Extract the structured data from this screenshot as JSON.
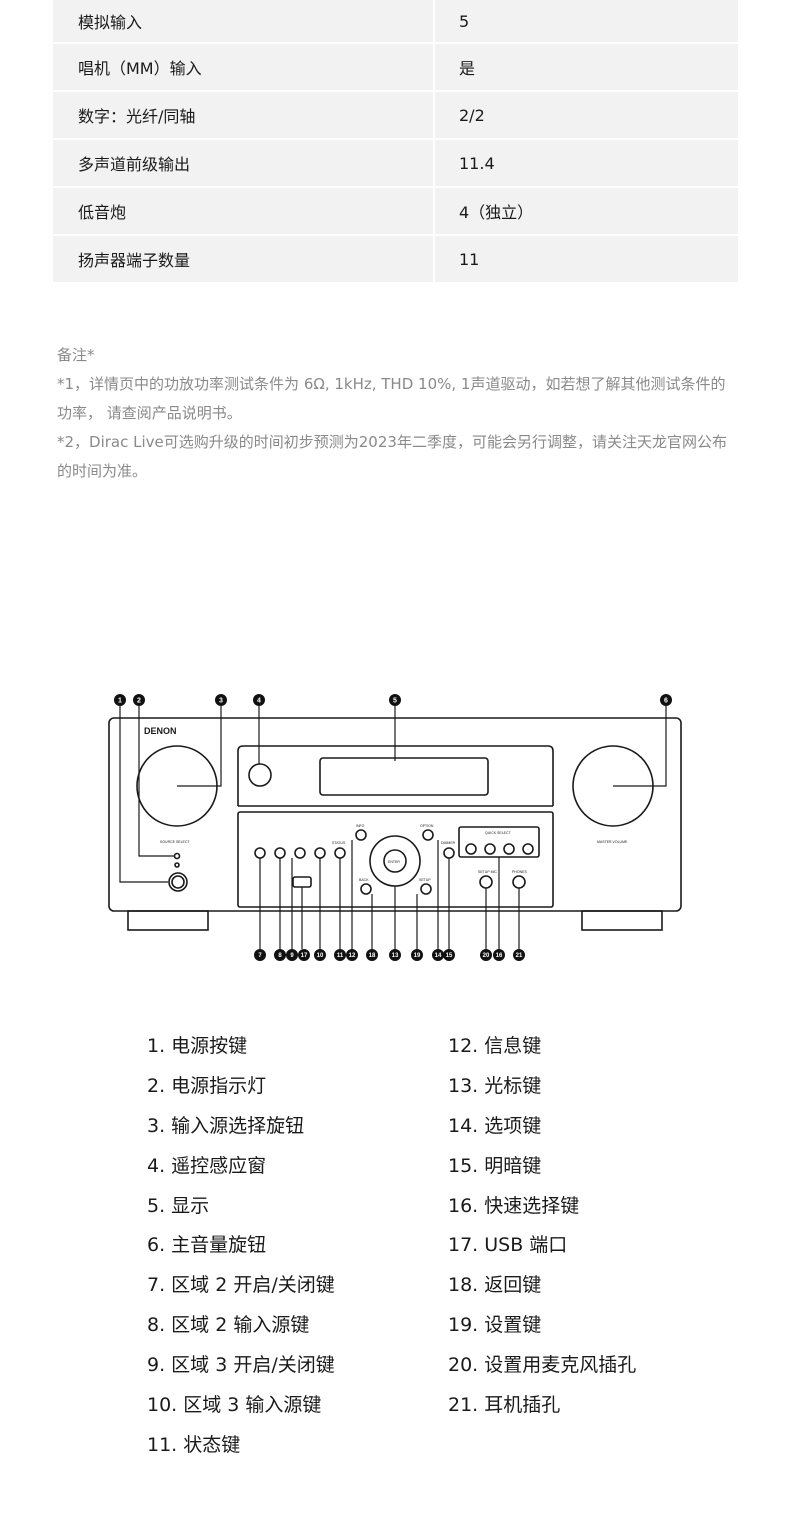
{
  "specs": [
    {
      "label": "模拟输入",
      "value": "5"
    },
    {
      "label": "唱机（MM）输入",
      "value": "是"
    },
    {
      "label": "数字：光纤/同轴",
      "value": "2/2"
    },
    {
      "label": "多声道前级输出",
      "value": "11.4"
    },
    {
      "label": "低音炮",
      "value": "4（独立）"
    },
    {
      "label": "扬声器端子数量",
      "value": "11"
    }
  ],
  "notes": {
    "heading": "备注*",
    "note1": "*1，详情页中的功放功率测试条件为 6Ω, 1kHz, THD 10%, 1声道驱动，如若想了解其他测试条件的功率， 请查阅产品说明书。",
    "note2": "*2，Dirac Live可选购升级的时间初步预测为2023年二季度，可能会另行调整，请关注天龙官网公布的时间为准。"
  },
  "diagram": {
    "brand": "DENON",
    "source_label": "SOURCE SELECT",
    "volume_label": "MASTER VOLUME",
    "quick_select_label": "QUICK SELECT",
    "enter_label": "ENTER",
    "setup_mic_label": "SETUP MIC",
    "phones_label": "PHONES",
    "info_label": "INFO",
    "option_label": "OPTION",
    "dimmer_label": "DIMMER",
    "back_label": "BACK",
    "setup_label": "SETUP",
    "status_label": "STATUS",
    "top_callouts": [
      "1",
      "2",
      "3",
      "4",
      "5",
      "6"
    ],
    "bottom_callouts": [
      "7",
      "8",
      "9",
      "17",
      "10",
      "11",
      "12",
      "18",
      "13",
      "19",
      "14",
      "15",
      "20",
      "16",
      "21"
    ]
  },
  "legend_left": [
    "1. 电源按键",
    "2. 电源指示灯",
    "3. 输入源选择旋钮",
    "4. 遥控感应窗",
    "5. 显示",
    "6. 主音量旋钮",
    "7. 区域 2 开启/关闭键",
    "8. 区域 2 输入源键",
    "9. 区域 3 开启/关闭键",
    "10. 区域 3 输入源键",
    "11. 状态键"
  ],
  "legend_right": [
    "12. 信息键",
    "13. 光标键",
    "14. 选项键",
    "15. 明暗键",
    "16. 快速选择键",
    "17. USB 端口",
    "18. 返回键",
    "19. 设置键",
    "20. 设置用麦克风插孔",
    "21. 耳机插孔"
  ]
}
